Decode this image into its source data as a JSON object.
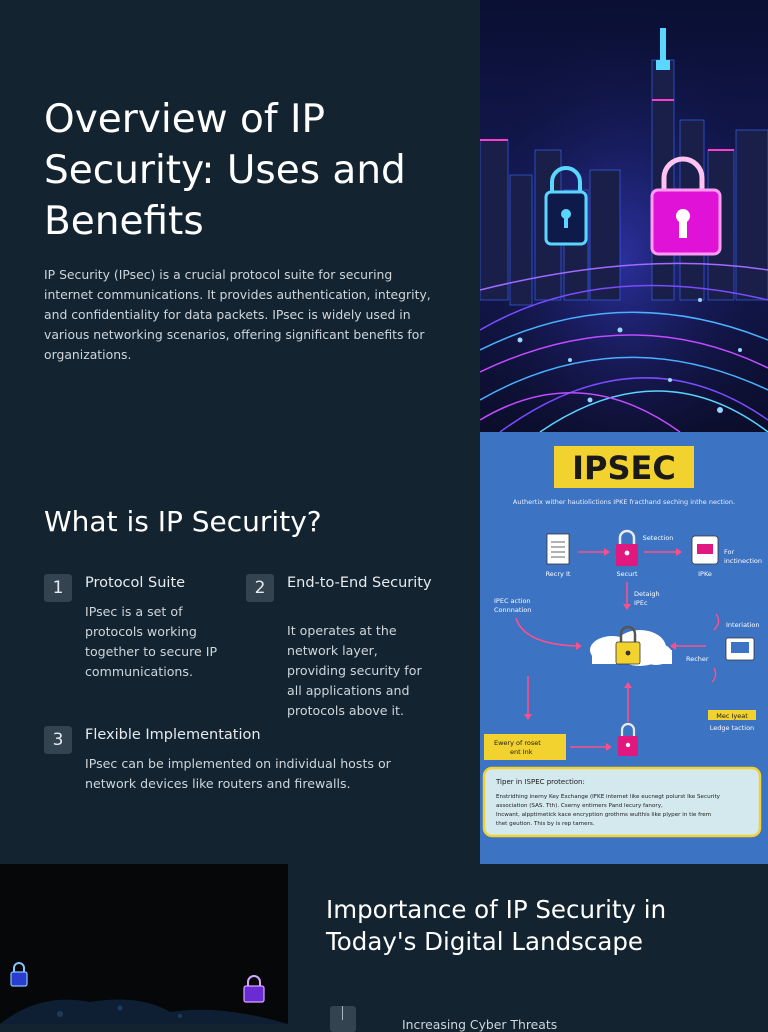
{
  "hero": {
    "title": "Overview of IP Security: Uses and Benefits",
    "intro": "IP Security (IPsec) is a crucial protocol suite for securing internet communications. It provides authentication, integrity, and confidentiality for data packets. IPsec is widely used in various networking scenarios, offering significant benefits for organizations."
  },
  "what": {
    "title": "What is IP Security?",
    "items": [
      {
        "num": "1",
        "title": "Protocol Suite",
        "desc": "IPsec is a set of protocols working together to secure IP communications."
      },
      {
        "num": "2",
        "title": "End-to-End Security",
        "desc": "It operates at the network layer, providing security for all applications and protocols above it."
      },
      {
        "num": "3",
        "title": "Flexible Implementation",
        "desc": "IPsec can be implemented on individual hosts or network devices like routers and firewalls."
      }
    ]
  },
  "diagram": {
    "banner": "IPSEC",
    "subtitle": "Authertix wither hautiolictions IPKE fracthand seching inthe nection.",
    "labels": {
      "doc": "Recry It",
      "securt": "Securt",
      "selection": "Setection",
      "ipke": "IPKe",
      "for": "For inctinection",
      "detaigh": "Detaigh IPEc",
      "action": "IPEC action Connnation",
      "interiation": "Interiation",
      "recher": "Recher",
      "mec": "Mec Iyeat",
      "ledge": "Ledge taction",
      "every": "Ewery of roset ent Ink"
    },
    "box_title": "Tiper in ISPEC protection:",
    "box_text": "Enstridhing inerny Key Exchange (IFKE internet like eucnegt polurst Ike Security association (SAS. Tth). Cserny entimers Pand lecury fanory, Incwant, alpptimetick kace encryption grothms wulthis like plyper in tie frem thet geution. This by is rep tamers."
  },
  "importance": {
    "title": "Importance of IP Security in Today's Digital Landscape",
    "bullet": "Increasing Cyber Threats"
  },
  "colors": {
    "background": "#13232f",
    "badge": "#33434f",
    "diagram_bg": "#3c73c3",
    "banner_yellow": "#f2d22e",
    "lock_pink": "#e0187f"
  }
}
